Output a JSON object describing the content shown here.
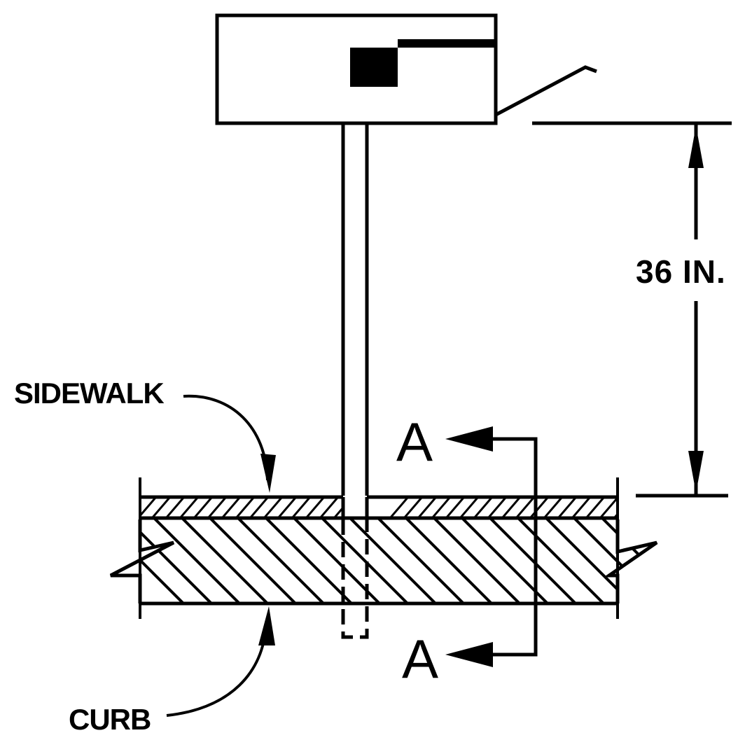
{
  "labels": {
    "dimension": "36 IN.",
    "sidewalk": "SIDEWALK",
    "curb": "CURB",
    "section_top": "A",
    "section_bottom": "A"
  },
  "colors": {
    "line": "#000000",
    "background": "#ffffff"
  }
}
